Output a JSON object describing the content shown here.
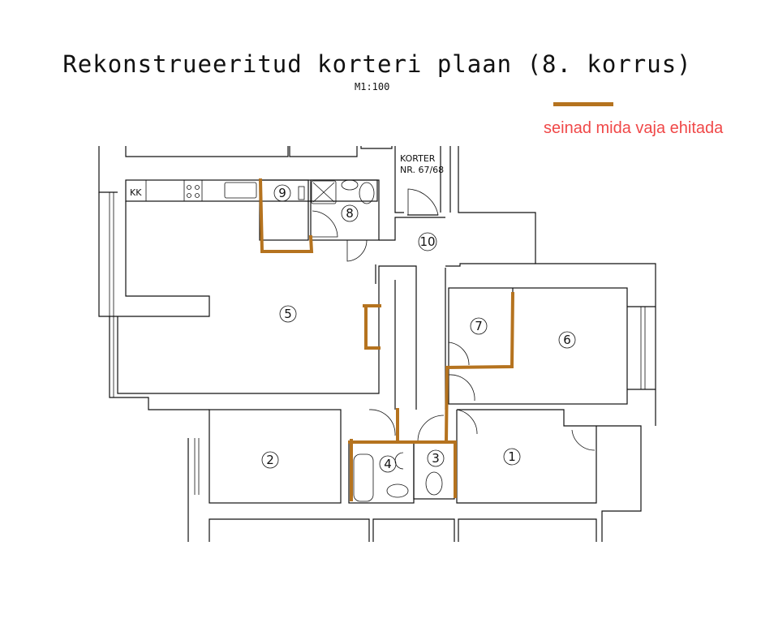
{
  "title": "Rekonstrueeritud korteri plaan (8. korrus)",
  "scale": "M1:100",
  "legend": {
    "label": "seinad mida vaja ehitada",
    "color": "#b5731f",
    "text_color": "#f04848"
  },
  "neighbor": {
    "line1": "KORTER",
    "line2": "NR. 67/68"
  },
  "kitchen_label": "KK",
  "rooms": [
    "1",
    "2",
    "3",
    "4",
    "5",
    "6",
    "7",
    "8",
    "9",
    "10"
  ]
}
